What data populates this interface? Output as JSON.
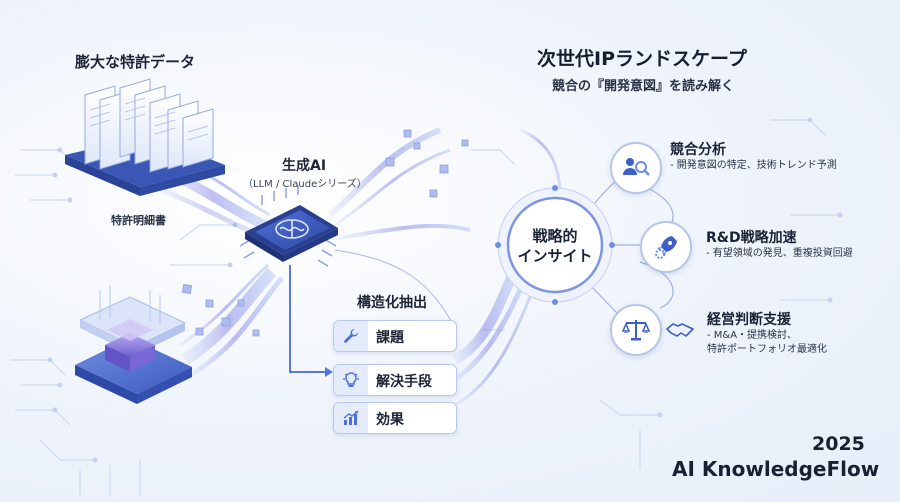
{
  "source_section": {
    "title": "膨大な特許データ",
    "doc_label": "特許明細書"
  },
  "ai_section": {
    "title": "生成AI",
    "subtitle": "（LLM / Claudeシリーズ）"
  },
  "extraction": {
    "title": "構造化抽出",
    "items": [
      {
        "label": "課題",
        "icon": "wrench-icon"
      },
      {
        "label": "解決手段",
        "icon": "lightbulb-icon"
      },
      {
        "label": "効果",
        "icon": "growth-chart-icon"
      }
    ]
  },
  "header": {
    "title": "次世代IPランドスケープ",
    "subtitle": "競合の『開発意図』を読み解く"
  },
  "hub": {
    "line1": "戦略的",
    "line2": "インサイト"
  },
  "benefits": [
    {
      "title": "競合分析",
      "desc_lines": [
        "- 開発意図の特定、技術トレンド予測"
      ],
      "icon": "competitor-analysis-icon"
    },
    {
      "title": "R&D戦略加速",
      "desc_lines": [
        "- 有望領域の発見、重複投資回避"
      ],
      "icon": "rocket-gear-icon"
    },
    {
      "title": "経営判断支援",
      "desc_lines": [
        "- M&A・提携検討、",
        "特許ポートフォリオ最適化"
      ],
      "icon": "scales-handshake-icon"
    }
  ],
  "footer": {
    "year": "2025",
    "brand": "AI KnowledgeFlow"
  },
  "colors": {
    "accent": "#4d6fd6",
    "accent_light": "#8fa8ee",
    "purple": "#8b7ce0",
    "card_border": "#b9c8ea"
  }
}
